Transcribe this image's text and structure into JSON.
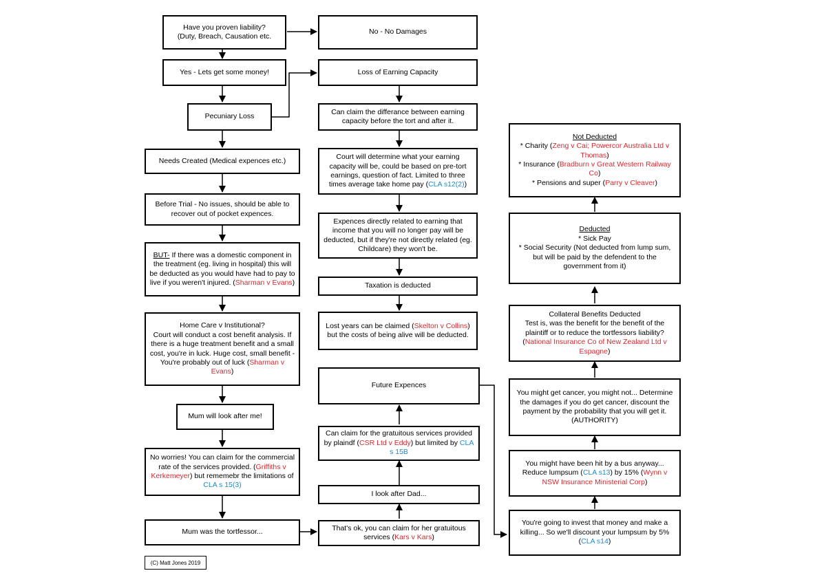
{
  "left": {
    "q_liability_1": "Have you proven liability?",
    "q_liability_2": "(Duty, Breach, Causation etc.",
    "yes": "Yes - Lets get some money!",
    "pecuniary": "Pecuniary Loss",
    "needs": "Needs Created (Medical expences etc.)",
    "before_trial": "Before Trial - No issues, should be able to recover out of pocket expences.",
    "but_label": "BUT-",
    "but_text": " If there was a domestic component in the treatment (eg. living in hospital) this will be deducted as you would have had to pay to live if you weren't injured. (",
    "but_case": "Sharman v Evans",
    "but_close": ")",
    "homecare_title": "Home Care v Institutional?",
    "homecare_text": "Court will conduct a cost benefit analysis. If there is a huge treatment benefit and a small cost, you're in luck. Huge cost, small benefit - You're probably out of luck (",
    "homecare_case": "Sharman v Evans",
    "homecare_close": ")",
    "mum_look": "Mum will look after me!",
    "noworries_text": "No worries! You can claim for the commercial rate of the services provided. (",
    "noworries_case": "Griffiths v Kerkemeyer",
    "noworries_mid": ") but rememebr the limitations of ",
    "noworries_cla": "CLA s 15(3)",
    "mum_tort": "Mum was the tortfessor...",
    "credit": "(C) Matt Jones 2019"
  },
  "middle": {
    "no_damages": "No - No Damages",
    "loss_earning": "Loss of Earning Capacity",
    "claim_diff": "Can claim the differance between earning capacity before the tort and after it.",
    "court_det": "Court will determine what your earning capacity will be, could be based on pre-tort earnings, question of fact. Limited to three times average take home pay (",
    "court_cla": "CLA s12(2)",
    "court_close": ")",
    "expences": "Expences directly related to earning that income that you will no longer pay will be deducted, but if they're not directly related (eg. Childcare) they won't be.",
    "taxation": "Taxation is deducted",
    "lost_years_1": "Lost years can be claimed (",
    "lost_years_case": "Skelton v Collins",
    "lost_years_2": ") but the costs of being alive will be deducted.",
    "future": "Future Expences",
    "gratuitous_1": "Can claim for the gratuitous services provided by plaindf (",
    "gratuitous_case": "CSR Ltd v Eddy",
    "gratuitous_2": ") but limited by ",
    "gratuitous_cla": "CLA s 15B",
    "look_dad": "I look after Dad...",
    "thats_ok_1": "That's ok, you can claim for her gratuitous services (",
    "thats_ok_case": "Kars v Kars",
    "thats_ok_2": ")"
  },
  "right": {
    "not_deducted_title": "Not Deducted",
    "charity_1": "* Charity (",
    "charity_case": "Zeng v Cai; Powercor Australia Ltd v Thomas",
    "charity_2": ")",
    "insurance_1": "* Insurance (",
    "insurance_case": "Bradburn v Great Western Railway Co",
    "insurance_2": ")",
    "pensions_1": "* Pensions and super (",
    "pensions_case": "Parry v Cleaver",
    "pensions_2": ")",
    "deducted_title": "Deducted",
    "sick_pay": "* Sick Pay",
    "social_security": "* Social Security (Not deducted from lump sum, but will be paid by the defendent to the government from it)",
    "collateral_title": "Collateral Benefits Deducted",
    "collateral_text": "Test is, was the benefit for the benefit of the plaintiff or to reduce the tortfessors liability? (",
    "collateral_case": "National Insurance Co of New Zealand Ltd v Espagne",
    "collateral_close": ")",
    "cancer": "You might get cancer, you might not... Determine the damages if you do get cancer, discount the payment by the probability that you will get it.",
    "authority": "(AUTHORITY)",
    "bus_1": "You might have been hit by a bus anyway... Reduce lumpsum (",
    "bus_cla": "CLA s13",
    "bus_2": ") by 15% (",
    "bus_case": "Wynn v NSW Insurance Ministerial Corp",
    "bus_3": ")",
    "invest_1": "You're going to invest that money and make a killing... So we'll discount your lumpsum by 5% (",
    "invest_cla": "CLA s14",
    "invest_2": ")"
  },
  "colors": {
    "case": "#d7282f",
    "statute": "#1b8ad0",
    "line": "#000000"
  }
}
